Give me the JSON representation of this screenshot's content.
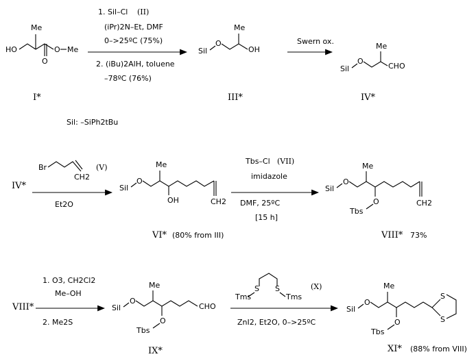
{
  "reaction1": {
    "start": {
      "label": "I*",
      "me": "Me",
      "ho": "HO",
      "o": "O",
      "ome": "Me",
      "ring_o": "O"
    },
    "step1_line1": "1. Sil–Cl",
    "step1_reagent_id": "(II)",
    "step1_line2": "(iPr)2N–Et, DMF",
    "step1_line3": "0–>25ºC (75%)",
    "step2_line1": "2. (iBu)2AlH, toluene",
    "step2_line2": "–78ºC (76%)",
    "product": {
      "label": "III*",
      "sil": "Sil",
      "o": "O",
      "me": "Me",
      "oh": "OH"
    },
    "swern": "Swern ox.",
    "aldehyde": {
      "label": "IV*",
      "sil": "Sil",
      "o": "O",
      "me": "Me",
      "cho": "CHO"
    },
    "sil_def": "Sil: –SiPh2tBu"
  },
  "reaction2": {
    "start_label": "IV*",
    "reagent_br": "Br",
    "reagent_ch2": "CH2",
    "reagent_id": "(V)",
    "solvent": "Et2O",
    "product": {
      "label": "VI*",
      "yield": "(80% from III)",
      "sil": "Sil",
      "o": "O",
      "me": "Me",
      "oh": "OH",
      "ch2": "CH2"
    },
    "tbs_line1": "Tbs–Cl",
    "tbs_id": "(VII)",
    "tbs_line2": "imidazole",
    "tbs_line3": "DMF,   25ºC",
    "tbs_line4": "[15 h]",
    "product2": {
      "label": "VIII*",
      "yield": "73%",
      "sil": "Sil",
      "o": "O",
      "me": "Me",
      "otbs_o": "O",
      "tbs": "Tbs",
      "ch2": "CH2"
    }
  },
  "reaction3": {
    "start_label": "VIII*",
    "ozone_line1": "1. O3,  CH2Cl2",
    "ozone_line2": "Me–OH",
    "ozone_line3": "2. Me2S",
    "product": {
      "label": "IX*",
      "sil": "Sil",
      "o": "O",
      "me": "Me",
      "otbs_o": "O",
      "tbs": "Tbs",
      "cho": "CHO"
    },
    "dithiane_reagent": {
      "tms_left": "Tms",
      "s_left": "S",
      "s_right": "S",
      "tms_right": "Tms",
      "id": "(X)"
    },
    "conditions": "ZnI2, Et2O,  0–>25ºC",
    "product2": {
      "label": "XI*",
      "yield": "(88% from VIII)",
      "sil": "Sil",
      "o": "O",
      "me": "Me",
      "otbs_o": "O",
      "tbs": "Tbs",
      "s_top": "S",
      "s_bottom": "S"
    }
  }
}
